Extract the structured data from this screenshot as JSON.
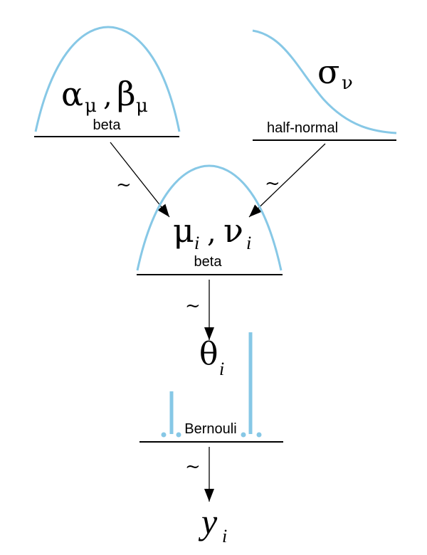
{
  "colors": {
    "curve": "#87c8e6",
    "line": "#000000",
    "background": "#ffffff"
  },
  "top_left": {
    "param_alpha": "α",
    "param_alpha_sub": "μ",
    "separator": ",",
    "param_beta": "β",
    "param_beta_sub": "μ",
    "distribution": "beta"
  },
  "top_right": {
    "param": "σ",
    "param_sub": "ν",
    "distribution": "half-normal"
  },
  "middle": {
    "param_mu": "μ",
    "param_mu_sub": "i",
    "separator": ",",
    "param_nu": "ν",
    "param_nu_sub": "i",
    "distribution": "beta"
  },
  "theta": {
    "symbol": "θ",
    "sub": "i"
  },
  "likelihood": {
    "distribution": "Bernouli"
  },
  "data_node": {
    "symbol": "y",
    "sub": "i"
  },
  "relation_symbol": "~"
}
